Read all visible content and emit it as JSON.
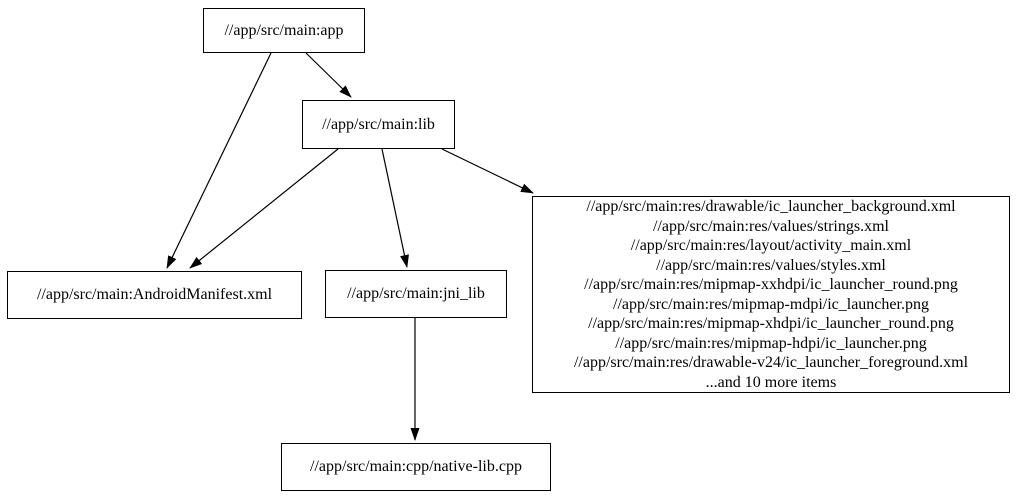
{
  "diagram": {
    "background_color": "#ffffff",
    "node_border_color": "#000000",
    "edge_color": "#000000",
    "nodes": {
      "app": {
        "label": "//app/src/main:app"
      },
      "lib": {
        "label": "//app/src/main:lib"
      },
      "android_manifest": {
        "label": "//app/src/main:AndroidManifest.xml"
      },
      "jni_lib": {
        "label": "//app/src/main:jni_lib"
      },
      "resources": {
        "lines": [
          "//app/src/main:res/drawable/ic_launcher_background.xml",
          "//app/src/main:res/values/strings.xml",
          "//app/src/main:res/layout/activity_main.xml",
          "//app/src/main:res/values/styles.xml",
          "//app/src/main:res/mipmap-xxhdpi/ic_launcher_round.png",
          "//app/src/main:res/mipmap-mdpi/ic_launcher.png",
          "//app/src/main:res/mipmap-xhdpi/ic_launcher_round.png",
          "//app/src/main:res/mipmap-hdpi/ic_launcher.png",
          "//app/src/main:res/drawable-v24/ic_launcher_foreground.xml",
          "...and 10 more items"
        ]
      },
      "native_lib": {
        "label": "//app/src/main:cpp/native-lib.cpp"
      }
    },
    "edges": [
      {
        "from": "//app/src/main:app",
        "to": "//app/src/main:lib"
      },
      {
        "from": "//app/src/main:app",
        "to": "//app/src/main:AndroidManifest.xml"
      },
      {
        "from": "//app/src/main:lib",
        "to": "//app/src/main:AndroidManifest.xml"
      },
      {
        "from": "//app/src/main:lib",
        "to": "//app/src/main:jni_lib"
      },
      {
        "from": "//app/src/main:lib",
        "to": "resources-group"
      },
      {
        "from": "//app/src/main:jni_lib",
        "to": "//app/src/main:cpp/native-lib.cpp"
      }
    ]
  }
}
